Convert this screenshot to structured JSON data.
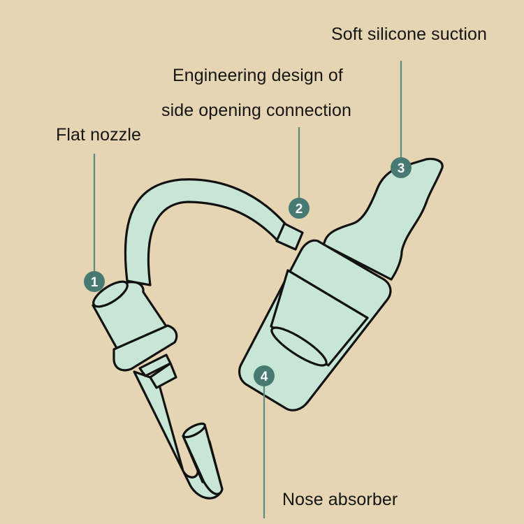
{
  "colors": {
    "background": "#E6D5B2",
    "device_fill": "#C7E6D6",
    "outline": "#111111",
    "marker_fill": "#467A72",
    "leader_line": "#5A8A80",
    "label_text": "#151515",
    "marker_text": "#FFFFFF"
  },
  "callouts": [
    {
      "number": "1",
      "label": "Flat nozzle"
    },
    {
      "number": "2",
      "label_line1": "Engineering design of",
      "label_line2": "side opening connection"
    },
    {
      "number": "3",
      "label": "Soft silicone suction"
    },
    {
      "number": "4",
      "label": "Nose absorber"
    }
  ]
}
